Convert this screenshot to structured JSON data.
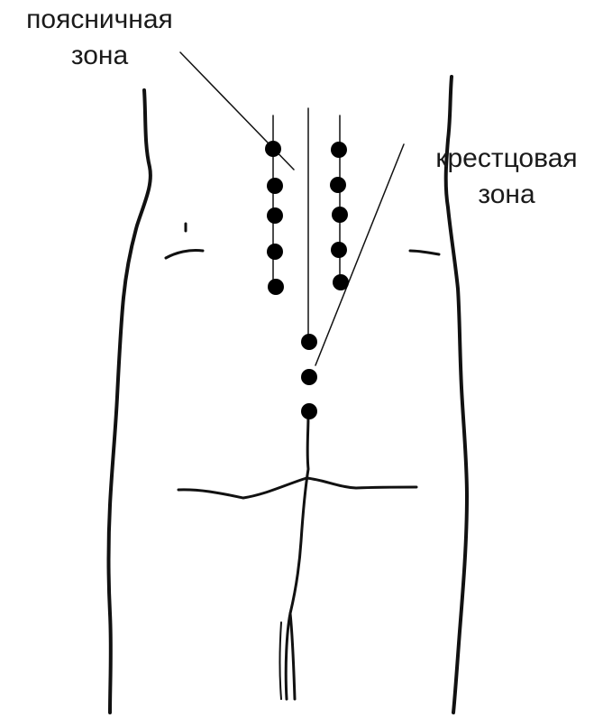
{
  "labels": {
    "lumbar": {
      "line1": "поясничная",
      "line2": "зона"
    },
    "sacral": {
      "line1": "крестцовая",
      "line2": "зона"
    }
  },
  "colors": {
    "ink": "#111111",
    "background": "#ffffff"
  },
  "points": {
    "lumbar_left_count": 5,
    "lumbar_right_count": 5,
    "sacral_count": 3
  }
}
